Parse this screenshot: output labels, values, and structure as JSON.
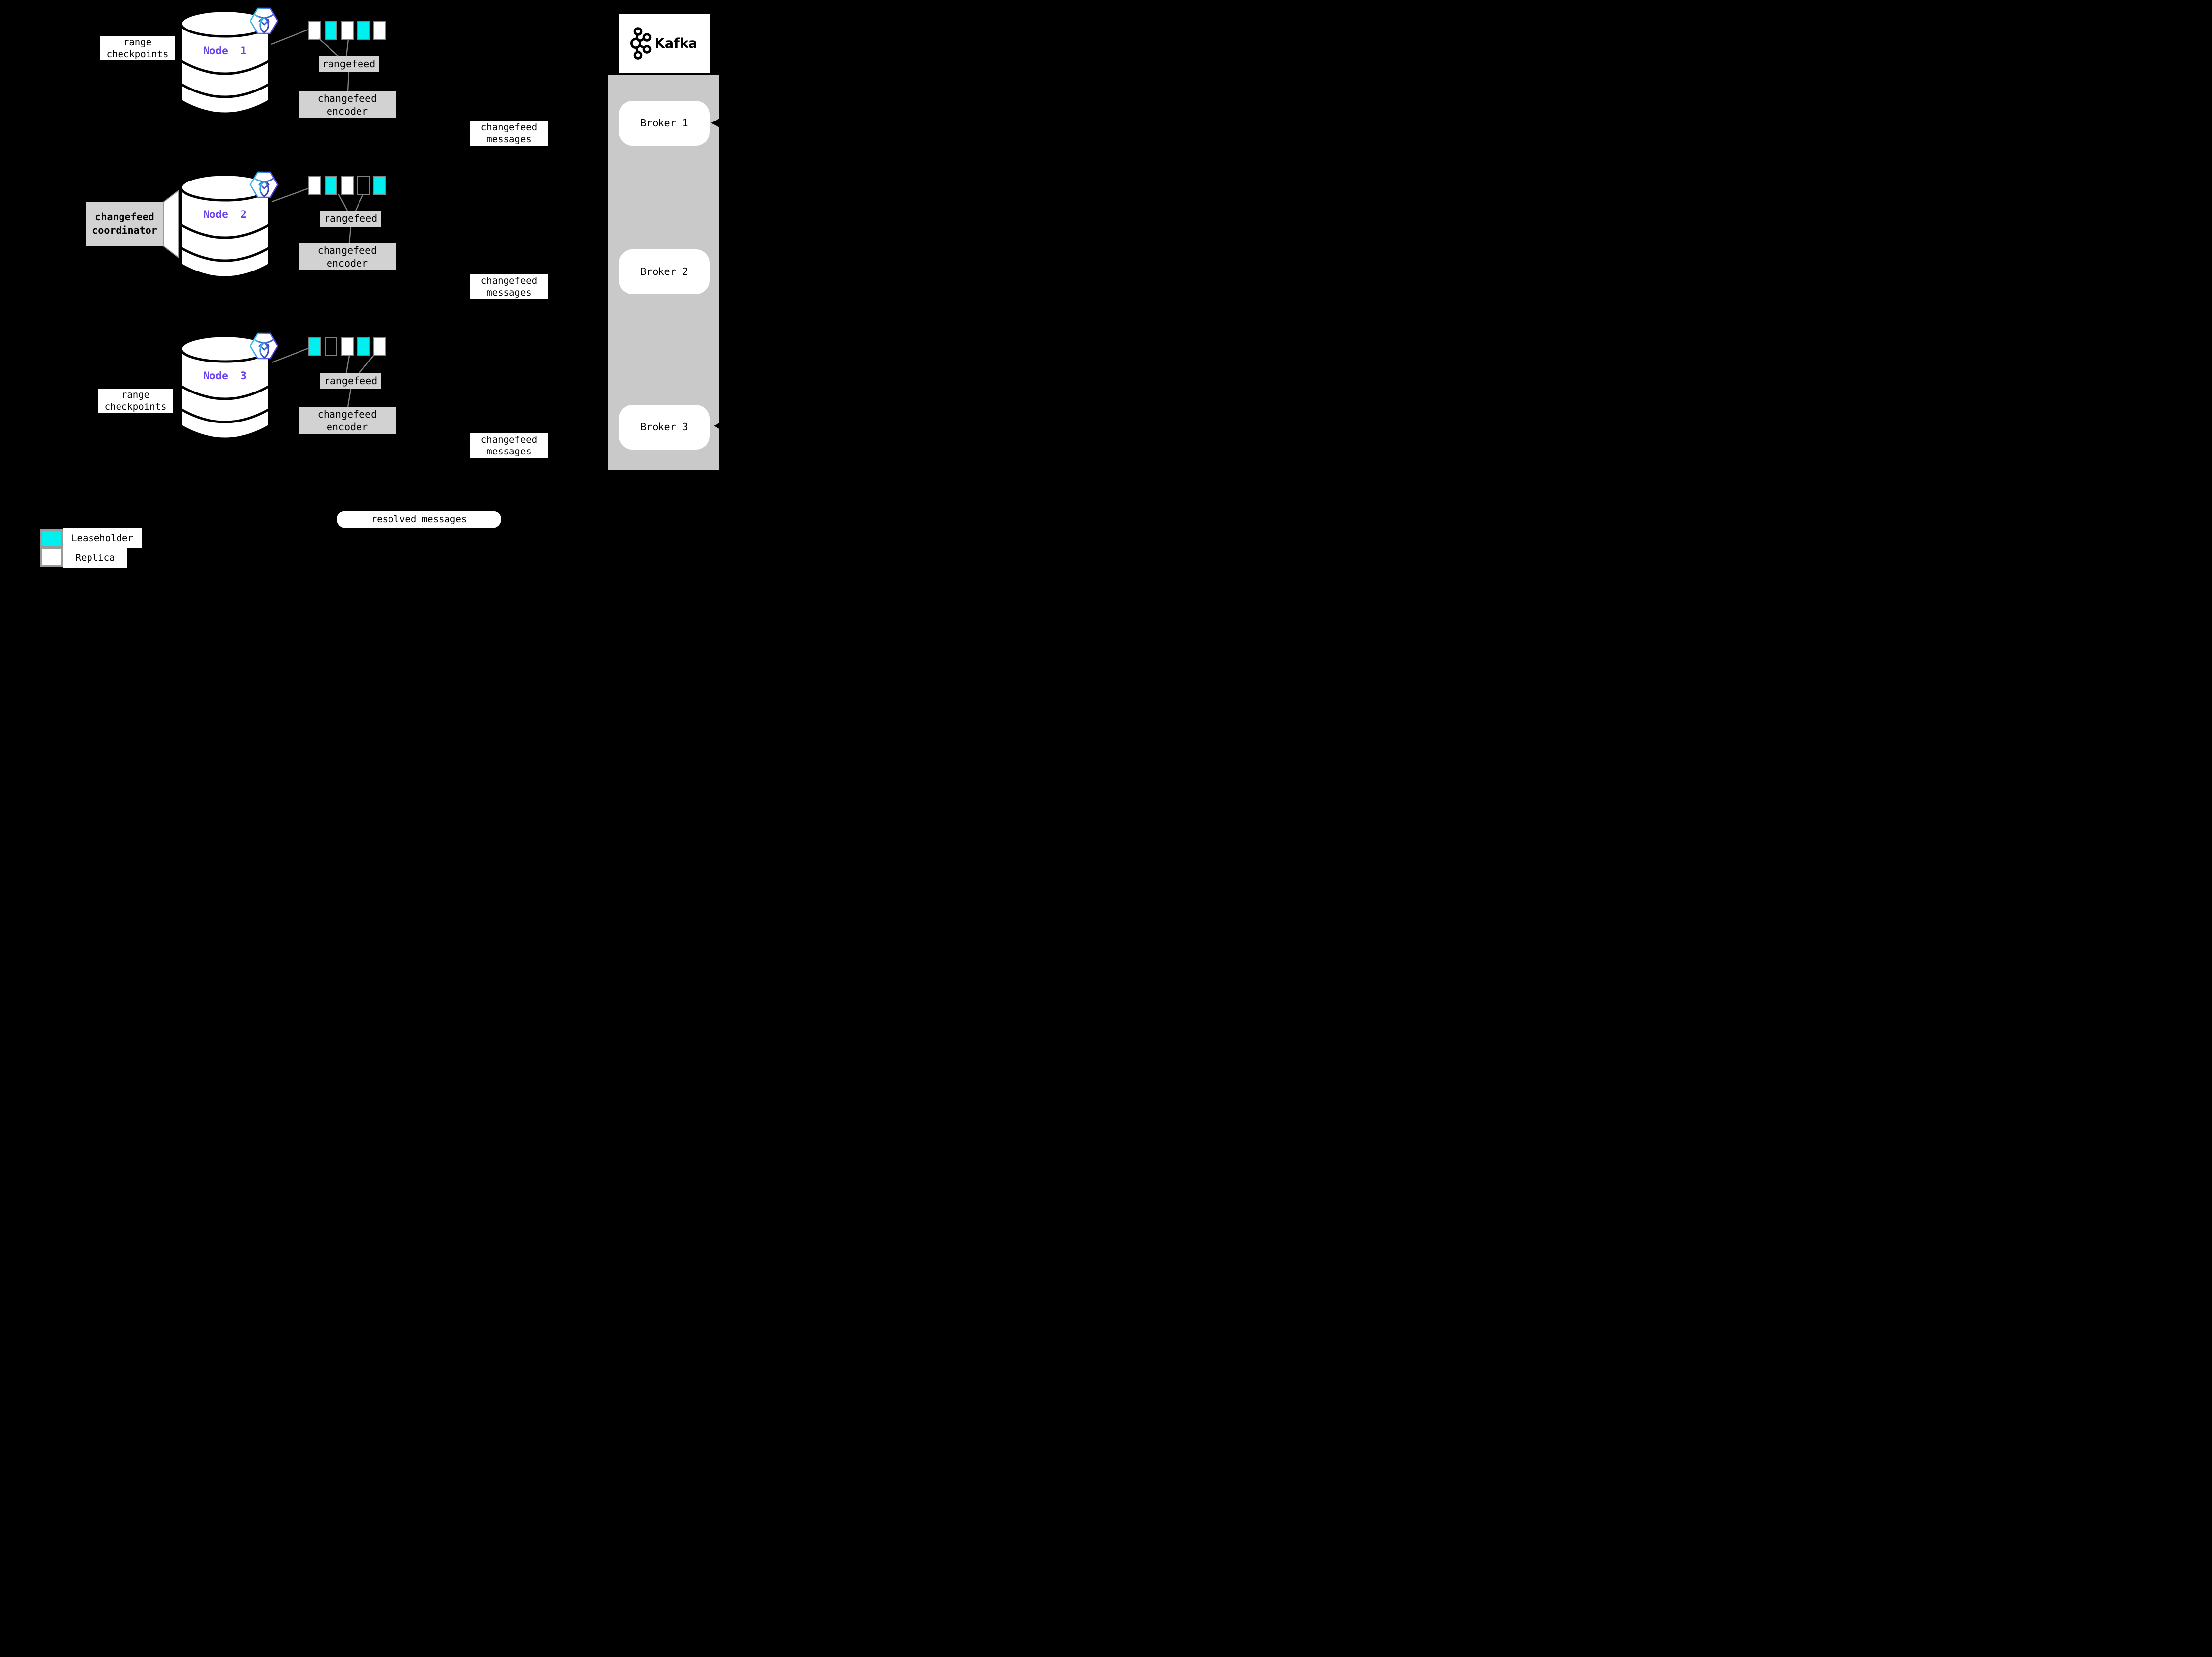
{
  "nodes": [
    {
      "name": "Node  1",
      "checkpoints_label": {
        "line1": "range",
        "line2": "checkpoints"
      },
      "ranges": [
        "replica",
        "leaseholder",
        "replica",
        "leaseholder",
        "replica"
      ],
      "rangefeed_label": "rangefeed",
      "encoder_label": {
        "line1": "changefeed",
        "line2": "encoder"
      },
      "messages_label": {
        "line1": "changefeed",
        "line2": "messages"
      }
    },
    {
      "name": "Node  2",
      "coordinator_label": {
        "line1": "changefeed",
        "line2": "coordinator"
      },
      "ranges": [
        "replica",
        "leaseholder",
        "replica",
        "empty",
        "leaseholder"
      ],
      "rangefeed_label": "rangefeed",
      "encoder_label": {
        "line1": "changefeed",
        "line2": "encoder"
      },
      "messages_label": {
        "line1": "changefeed",
        "line2": "messages"
      }
    },
    {
      "name": "Node  3",
      "checkpoints_label": {
        "line1": "range",
        "line2": "checkpoints"
      },
      "ranges": [
        "leaseholder",
        "empty",
        "replica",
        "leaseholder",
        "replica"
      ],
      "rangefeed_label": "rangefeed",
      "encoder_label": {
        "line1": "changefeed",
        "line2": "encoder"
      },
      "messages_label": {
        "line1": "changefeed",
        "line2": "messages"
      }
    }
  ],
  "kafka": {
    "title": "Kafka",
    "brokers": [
      "Broker 1",
      "Broker 2",
      "Broker 3"
    ]
  },
  "resolved_label": "resolved messages",
  "legend": {
    "leaseholder": "Leaseholder",
    "replica": "Replica"
  },
  "colors": {
    "leaseholder_fill": "#00efef",
    "replica_fill": "#ffffff",
    "node_label": "#6b43ee",
    "panel_gray": "#c9c9c9",
    "box_gray": "#d2d2d2",
    "connector_gray": "#808080",
    "background": "#000000"
  },
  "icons": {
    "node_badge": "cockroachdb-icon",
    "broker_logo": "kafka-icon"
  }
}
